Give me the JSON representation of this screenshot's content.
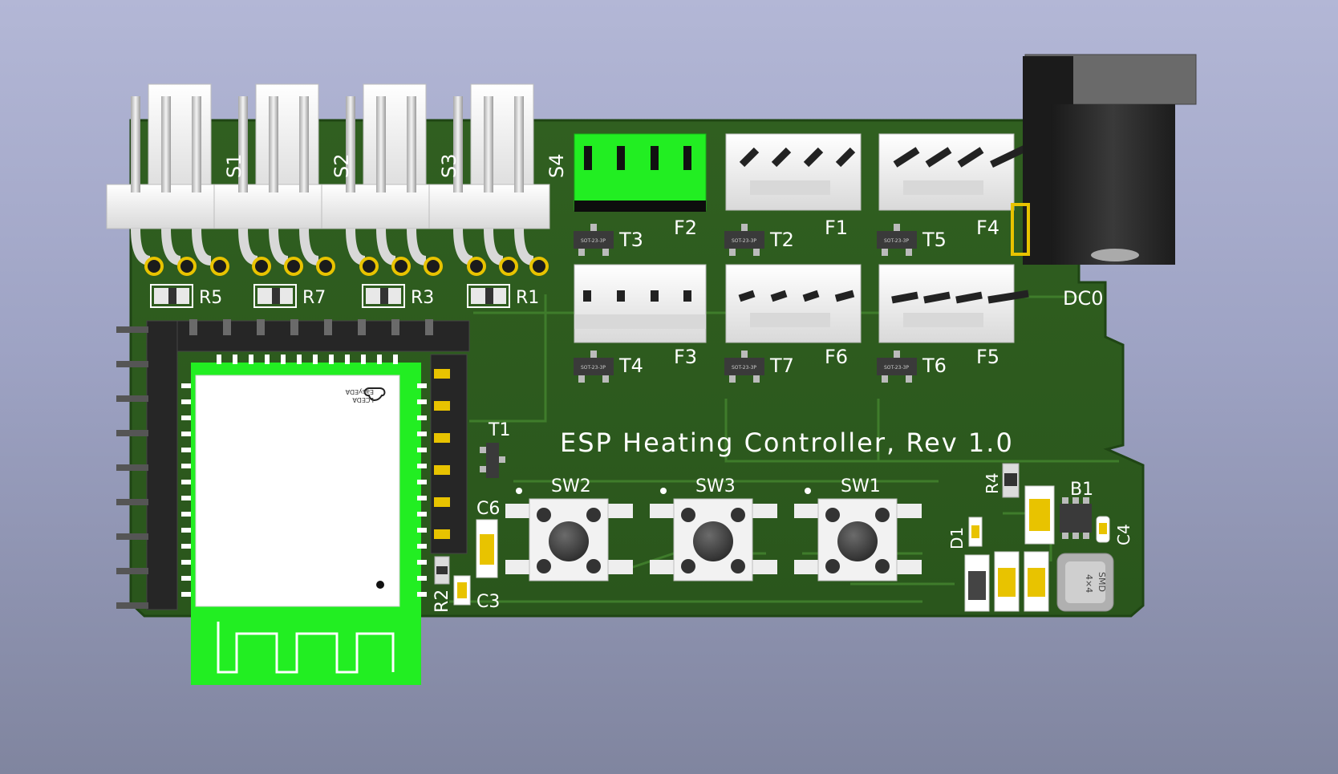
{
  "board": {
    "title": "ESP Heating Controller, Rev 1.0",
    "colors": {
      "background_top": "#b3b7d6",
      "background_bottom": "#80859f",
      "pcb": "#2e5d1e",
      "trace": "#3d7a2a",
      "silkscreen": "#ffffff",
      "pad": "#e8c300",
      "highlight": "#22ee22",
      "connector": "#f2f2f2",
      "header_black": "#2a2a2a"
    }
  },
  "module": {
    "logo_line1": "EasyEDA",
    "logo_line2": "LCEDA"
  },
  "components": {
    "switch_headers": [
      "S1",
      "S2",
      "S3",
      "S4"
    ],
    "resistors_top": [
      "R5",
      "R7",
      "R3",
      "R1"
    ],
    "fan_connectors_top": [
      "F2",
      "F1",
      "F4"
    ],
    "fan_connectors_bottom": [
      "F3",
      "F6",
      "F5"
    ],
    "transistors_top": [
      "T3",
      "T2",
      "T5"
    ],
    "transistors_bottom": [
      "T4",
      "T7",
      "T6"
    ],
    "sot_marking": "SOT-23-3P",
    "t1": "T1",
    "buttons": [
      "SW2",
      "SW3",
      "SW1"
    ],
    "dc_jack": "DC0",
    "c6": "C6",
    "c3": "C3",
    "r2": "R2",
    "r4": "R4",
    "d1": "D1",
    "b1": "B1",
    "c4": "C4",
    "inductor_line1": "SMD",
    "inductor_line2": "4×4"
  }
}
